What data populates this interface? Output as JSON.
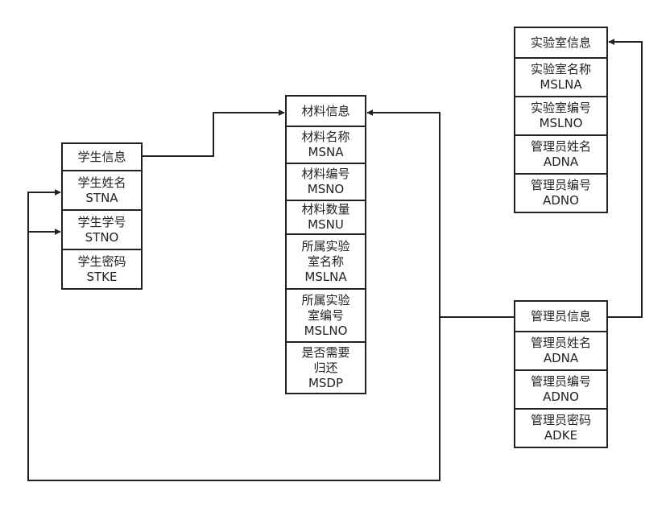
{
  "colors": {
    "line": "#222222",
    "background": "#ffffff"
  },
  "entities": {
    "student": {
      "title": "学生信息",
      "fields": [
        {
          "label": "学生姓名",
          "code": "STNA"
        },
        {
          "label": "学生学号",
          "code": "STNO"
        },
        {
          "label": "学生密码",
          "code": "STKE"
        }
      ]
    },
    "material": {
      "title": "材料信息",
      "fields": [
        {
          "label": "材料名称",
          "code": "MSNA"
        },
        {
          "label": "材料编号",
          "code": "MSNO"
        },
        {
          "label": "材料数量",
          "code": "MSNU"
        },
        {
          "label": "所属实验室名称",
          "code": "MSLNA"
        },
        {
          "label": "所属实验室编号",
          "code": "MSLNO"
        },
        {
          "label": "是否需要归还",
          "code": "MSDP"
        }
      ]
    },
    "lab": {
      "title": "实验室信息",
      "fields": [
        {
          "label": "实验室名称",
          "code": "MSLNA"
        },
        {
          "label": "实验室编号",
          "code": "MSLNO"
        },
        {
          "label": "管理员姓名",
          "code": "ADNA"
        },
        {
          "label": "管理员编号",
          "code": "ADNO"
        }
      ]
    },
    "admin": {
      "title": "管理员信息",
      "fields": [
        {
          "label": "管理员姓名",
          "code": "ADNA"
        },
        {
          "label": "管理员编号",
          "code": "ADNO"
        },
        {
          "label": "管理员密码",
          "code": "ADKE"
        }
      ]
    }
  }
}
